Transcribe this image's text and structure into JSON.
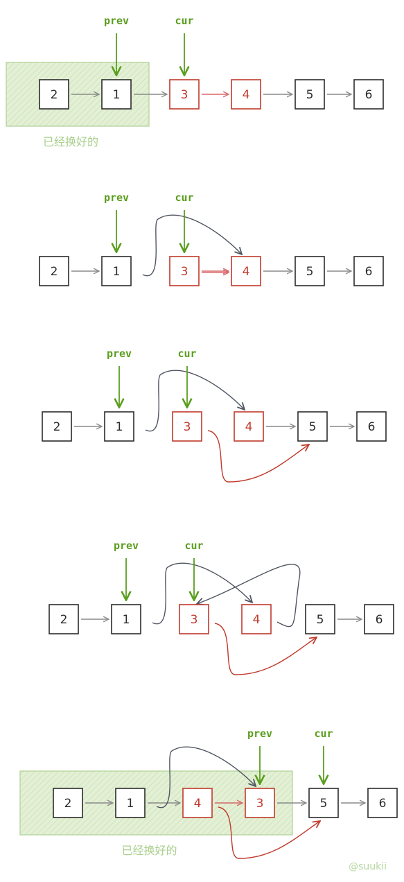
{
  "colors": {
    "node_black": "#2b2b2b",
    "node_red": "#c0392b",
    "pointer_green": "#5a9e1e",
    "region_fill": "#e3f0d5",
    "region_stroke": "#b4d39a",
    "link_gray": "#8a8a8a",
    "link_red": "#d8676a",
    "curve_dark": "#4f5560",
    "curve_red": "#c0392b"
  },
  "steps": [
    {
      "nodes": [
        {
          "label": "2",
          "color": "black"
        },
        {
          "label": "1",
          "color": "black"
        },
        {
          "label": "3",
          "color": "red"
        },
        {
          "label": "4",
          "color": "red"
        },
        {
          "label": "5",
          "color": "black"
        },
        {
          "label": "6",
          "color": "black"
        }
      ],
      "pointers": [
        {
          "label": "prev",
          "node": 1
        },
        {
          "label": "cur",
          "node": 2
        }
      ],
      "region": {
        "label": "已经换好的",
        "from": 0,
        "to": 1
      }
    },
    {
      "nodes": [
        {
          "label": "2",
          "color": "black"
        },
        {
          "label": "1",
          "color": "black"
        },
        {
          "label": "3",
          "color": "red"
        },
        {
          "label": "4",
          "color": "red"
        },
        {
          "label": "5",
          "color": "black"
        },
        {
          "label": "6",
          "color": "black"
        }
      ],
      "pointers": [
        {
          "label": "prev",
          "node": 1
        },
        {
          "label": "cur",
          "node": 2
        }
      ]
    },
    {
      "nodes": [
        {
          "label": "2",
          "color": "black"
        },
        {
          "label": "1",
          "color": "black"
        },
        {
          "label": "3",
          "color": "red"
        },
        {
          "label": "4",
          "color": "red"
        },
        {
          "label": "5",
          "color": "black"
        },
        {
          "label": "6",
          "color": "black"
        }
      ],
      "pointers": [
        {
          "label": "prev",
          "node": 1
        },
        {
          "label": "cur",
          "node": 2
        }
      ]
    },
    {
      "nodes": [
        {
          "label": "2",
          "color": "black"
        },
        {
          "label": "1",
          "color": "black"
        },
        {
          "label": "3",
          "color": "red"
        },
        {
          "label": "4",
          "color": "red"
        },
        {
          "label": "5",
          "color": "black"
        },
        {
          "label": "6",
          "color": "black"
        }
      ],
      "pointers": [
        {
          "label": "prev",
          "node": 1
        },
        {
          "label": "cur",
          "node": 2
        }
      ]
    },
    {
      "nodes": [
        {
          "label": "2",
          "color": "black"
        },
        {
          "label": "1",
          "color": "black"
        },
        {
          "label": "4",
          "color": "red"
        },
        {
          "label": "3",
          "color": "red"
        },
        {
          "label": "5",
          "color": "black"
        },
        {
          "label": "6",
          "color": "black"
        }
      ],
      "pointers": [
        {
          "label": "prev",
          "node": 3
        },
        {
          "label": "cur",
          "node": 4
        }
      ],
      "region": {
        "label": "已经换好的",
        "from": 0,
        "to": 3
      }
    }
  ],
  "signature": "@suukii"
}
